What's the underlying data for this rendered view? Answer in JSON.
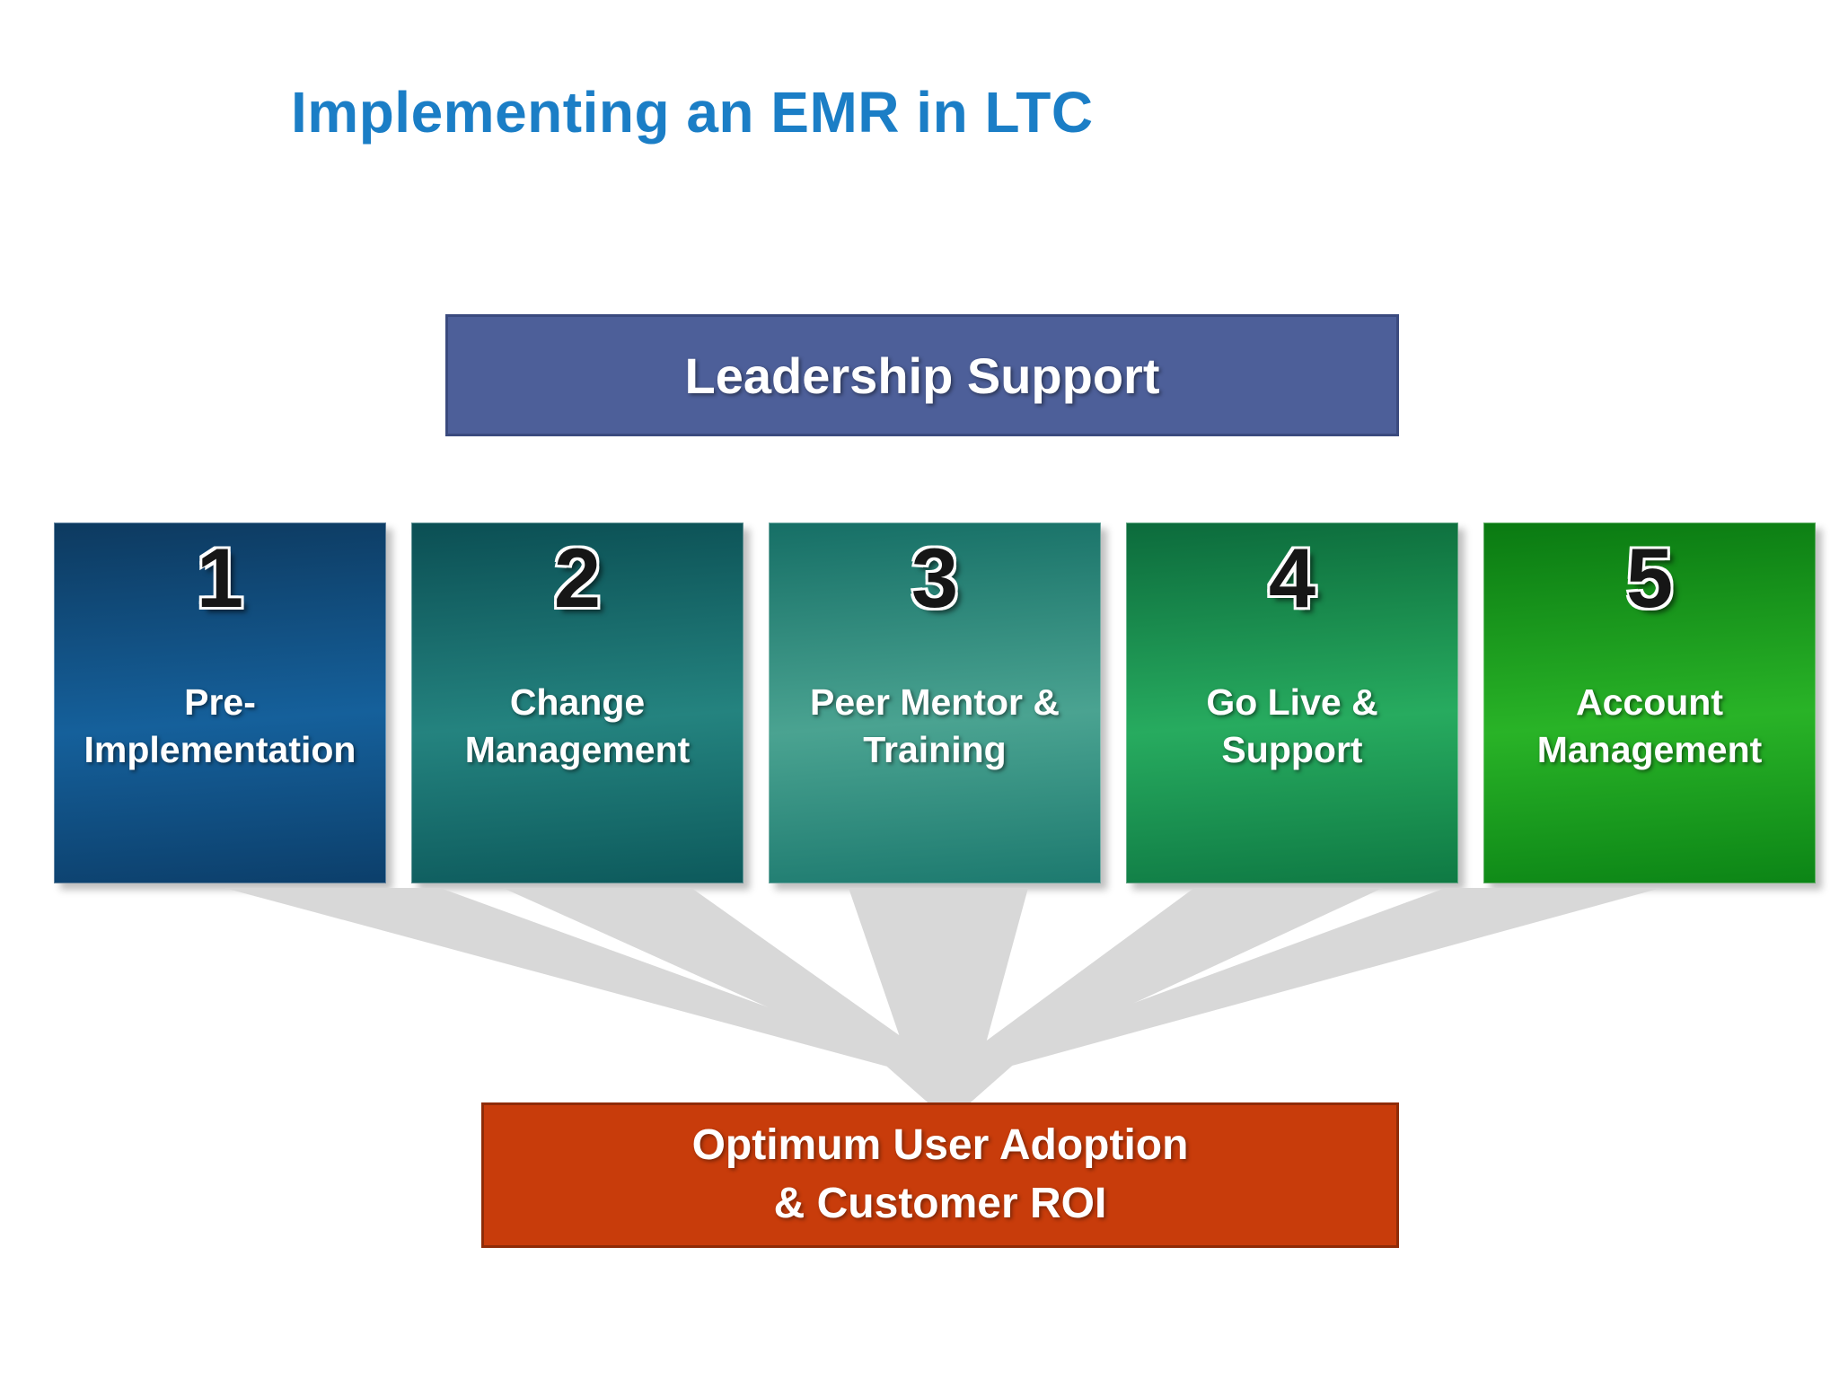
{
  "title": "Implementing an EMR in LTC",
  "banner": {
    "label": "Leadership Support"
  },
  "steps": [
    {
      "number": "1",
      "lines": [
        "Pre-",
        "Implementation"
      ],
      "color_top": "#0d3a60",
      "color_mid": "#15609b",
      "color_bottom": "#0c3f6b"
    },
    {
      "number": "2",
      "lines": [
        "Change",
        "Management"
      ],
      "color_top": "#0b4f54",
      "color_mid": "#24837f",
      "color_bottom": "#0d5a5c"
    },
    {
      "number": "3",
      "lines": [
        "Peer Mentor &",
        "Training"
      ],
      "color_top": "#166f66",
      "color_mid": "#4aa391",
      "color_bottom": "#1d7a6f"
    },
    {
      "number": "4",
      "lines": [
        "Go Live &",
        "Support"
      ],
      "color_top": "#0c6b3c",
      "color_mid": "#27ab5f",
      "color_bottom": "#0f7a44"
    },
    {
      "number": "5",
      "lines": [
        "Account",
        "Management"
      ],
      "color_top": "#0a7a12",
      "color_mid": "#29b327",
      "color_bottom": "#0c8516"
    }
  ],
  "outcome": {
    "lines": [
      "Optimum User Adoption",
      "& Customer ROI"
    ]
  },
  "colors": {
    "title_text": "#1b7ec6",
    "banner_bg": "#4d5f99",
    "banner_border": "#3a4a7e",
    "outcome_bg": "#c83c0b",
    "outcome_border": "#8f2b07",
    "arrow_gray": "#d8d8d8",
    "text_white": "#ffffff",
    "number_black": "#161616"
  }
}
